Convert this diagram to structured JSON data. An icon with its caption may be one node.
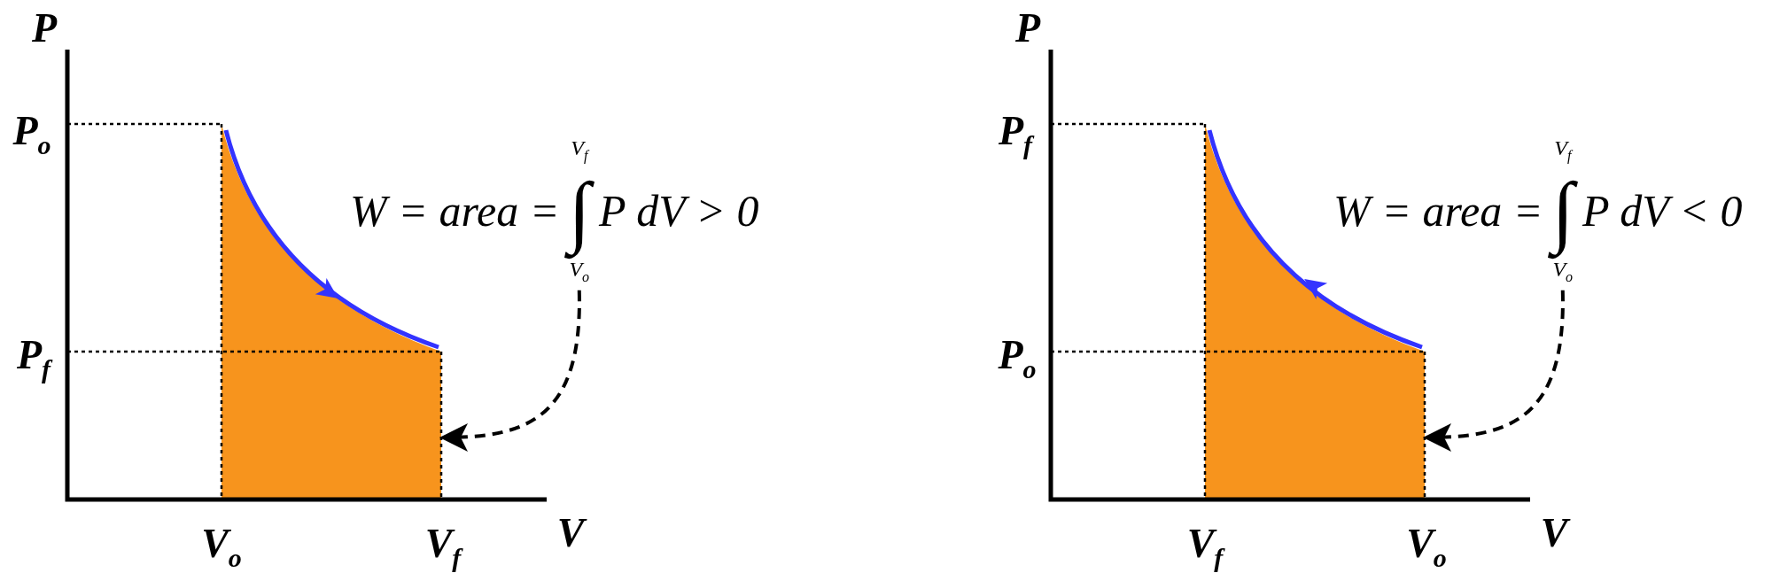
{
  "diagram": {
    "nodes": [
      {
        "text": [
          "W = area =",
          "∫",
          "P dV > 0"
        ],
        "beside": [
          "V$_{f}$",
          "V$_{o}$"
        ]
      },
      {
        "text": [],
        "shape": "area"
      },
      {
        "text": [
          "W = area =",
          "∫",
          "P dV < 0"
        ],
        "beside": [
          "V$_{f}$",
          "V$_{o}$"
        ]
      },
      {
        "text": [],
        "shape": "area"
      }
    ],
    "edges": [
      {
        "from": 0,
        "to": 1,
        "arrow": "to",
        "style": "dashed"
      },
      {
        "from": 2,
        "to": 3,
        "arrow": "to",
        "style": "dashed"
      }
    ],
    "labels": [
      "P",
      "P$_{o}$",
      "P$_{f}$",
      "V$_{o}$",
      "V$_{f}$",
      "V",
      "P",
      "P$_{f}$",
      "P$_{o}$",
      "V$_{f}$",
      "V$_{o}$",
      "V"
    ]
  }
}
